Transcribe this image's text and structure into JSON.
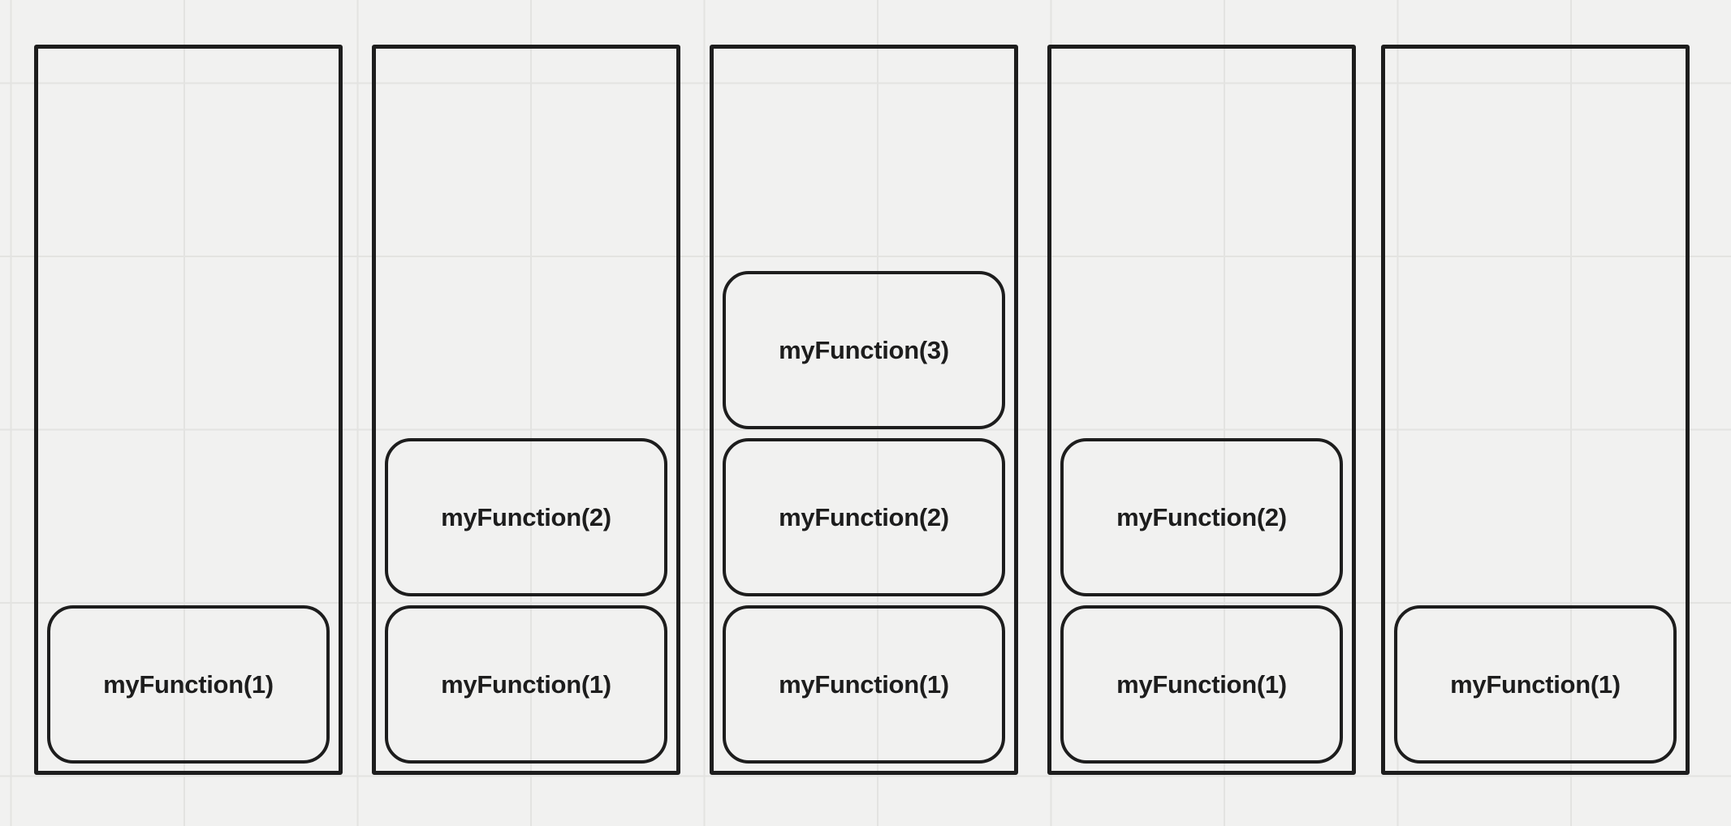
{
  "canvas": {
    "background_color": "#f1f1f0",
    "grid_line_color": "#e3e3e1",
    "shape_stroke_color": "#1d1d1d",
    "text_color": "#1d1d1d"
  },
  "stacks": [
    {
      "frames": [
        {
          "label": "myFunction(1)"
        }
      ]
    },
    {
      "frames": [
        {
          "label": "myFunction(2)"
        },
        {
          "label": "myFunction(1)"
        }
      ]
    },
    {
      "frames": [
        {
          "label": "myFunction(3)"
        },
        {
          "label": "myFunction(2)"
        },
        {
          "label": "myFunction(1)"
        }
      ]
    },
    {
      "frames": [
        {
          "label": "myFunction(2)"
        },
        {
          "label": "myFunction(1)"
        }
      ]
    },
    {
      "frames": [
        {
          "label": "myFunction(1)"
        }
      ]
    }
  ]
}
